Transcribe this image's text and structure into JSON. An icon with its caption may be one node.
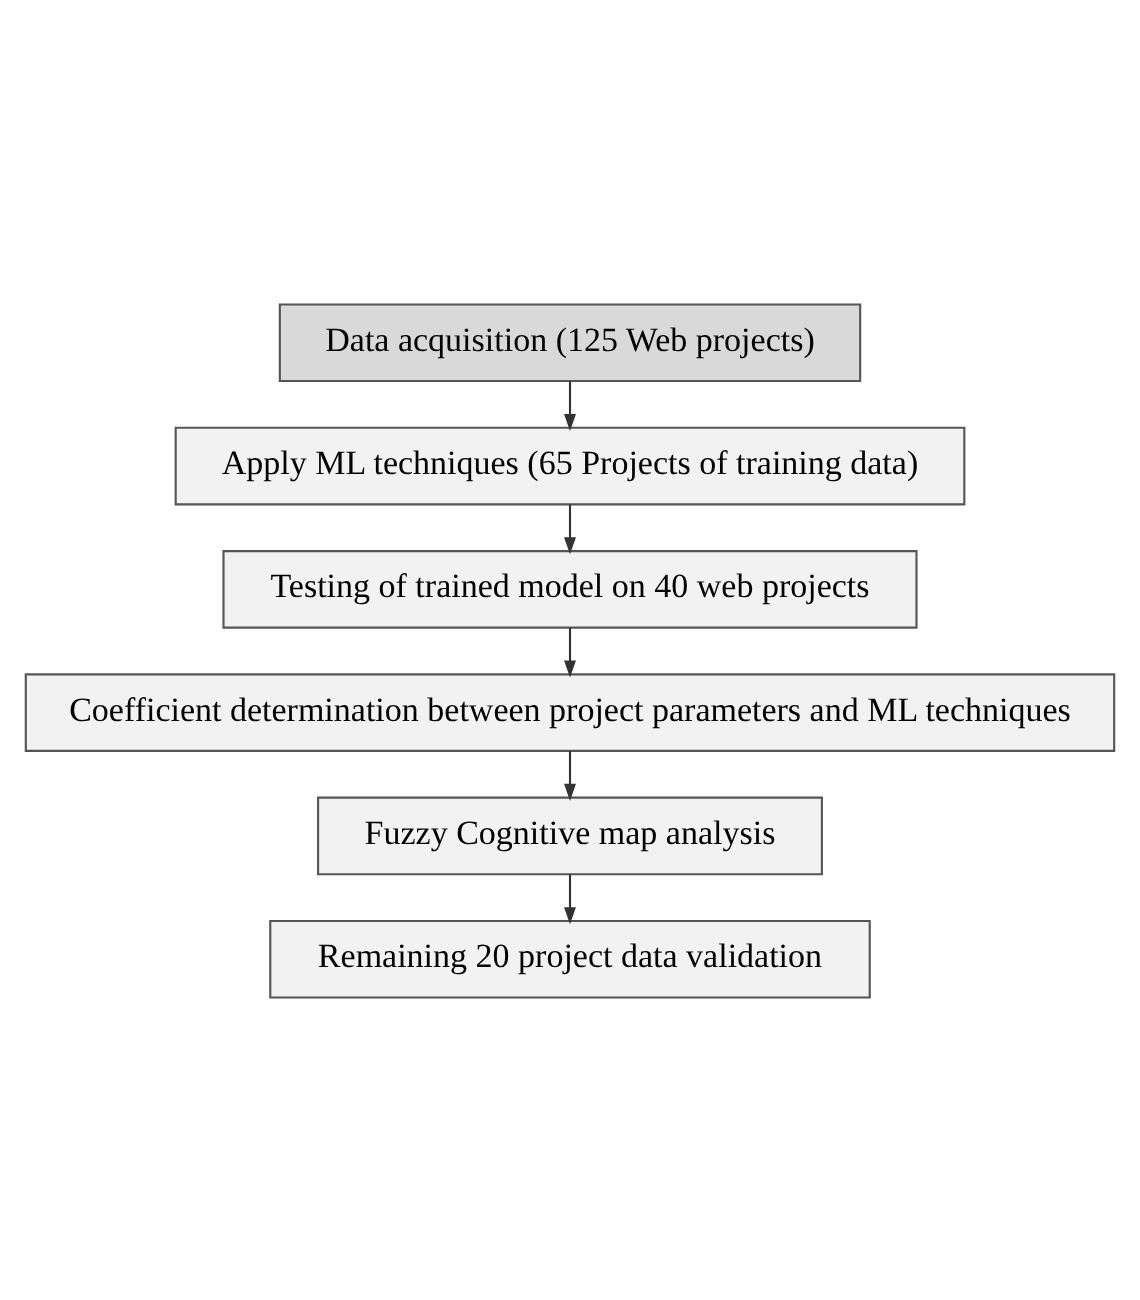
{
  "diagram": {
    "nodes": [
      {
        "text": [
          "Data acquisition (125 Web projects)"
        ]
      },
      {
        "text": [
          "Apply ML techniques (65 Projects of training data)"
        ]
      },
      {
        "text": [
          "Testing of trained model on 40 web projects"
        ]
      },
      {
        "text": [
          "Coefficient determination between project parameters and ML techniques"
        ]
      },
      {
        "text": [
          "Fuzzy Cognitive map analysis"
        ]
      },
      {
        "text": [
          "Remaining 20 project data validation"
        ]
      }
    ],
    "edges": [
      {
        "from": 0,
        "to": 1,
        "arrow": "to"
      },
      {
        "from": 1,
        "to": 2,
        "arrow": "to"
      },
      {
        "from": 2,
        "to": 3,
        "arrow": "to"
      },
      {
        "from": 3,
        "to": 4,
        "arrow": "to"
      },
      {
        "from": 4,
        "to": 5,
        "arrow": "to"
      }
    ]
  }
}
